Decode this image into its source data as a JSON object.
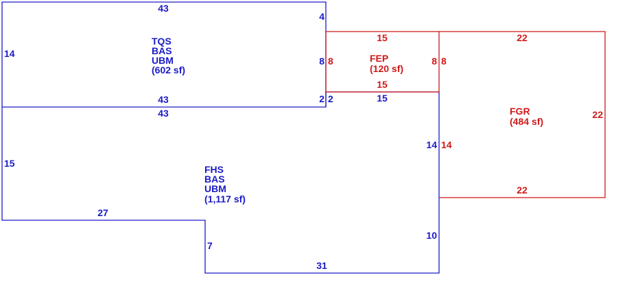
{
  "colors": {
    "blue": "#1a1ac8",
    "red": "#d01818",
    "background": "#ffffff"
  },
  "areas": {
    "tqs": {
      "lines": [
        "TQS",
        "BAS",
        "UBM",
        "(602 sf)"
      ],
      "dims": {
        "top": "43",
        "left": "14",
        "right_upper": "4",
        "right_mid": "8",
        "right_lower": "2",
        "bottom": "43"
      }
    },
    "fep": {
      "lines": [
        "FEP",
        "(120 sf)"
      ],
      "dims": {
        "top": "15",
        "left": "8",
        "right": "8",
        "bottom": "15"
      }
    },
    "fgr": {
      "lines": [
        "FGR",
        "(484 sf)"
      ],
      "dims": {
        "top": "22",
        "left": "8",
        "left_lower": "14",
        "right": "22",
        "bottom": "22"
      }
    },
    "fhs": {
      "lines": [
        "FHS",
        "BAS",
        "UBM",
        "(1,117 sf)"
      ],
      "dims": {
        "top": "43",
        "top_right": "2",
        "fep_under": "15",
        "left": "15",
        "bottom_left": "27",
        "step": "7",
        "bottom": "31",
        "right_upper": "14",
        "right_lower": "10"
      }
    }
  }
}
